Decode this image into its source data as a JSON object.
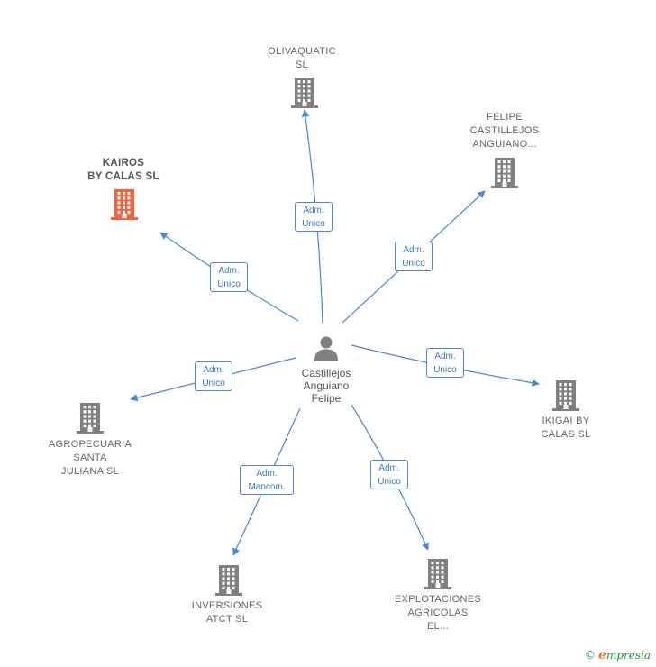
{
  "center": {
    "lines": [
      "Castillejos",
      "Anguiano",
      "Felipe"
    ]
  },
  "nodes": [
    {
      "id": "olivaquatic",
      "lines": [
        "OLIVAQUATIC",
        "SL"
      ],
      "highlight": false
    },
    {
      "id": "felipe",
      "lines": [
        "FELIPE",
        "CASTILLEJOS",
        "ANGUIANO..."
      ],
      "highlight": false
    },
    {
      "id": "kairos",
      "lines": [
        "KAIROS",
        "BY CALAS  SL"
      ],
      "highlight": true
    },
    {
      "id": "ikigai",
      "lines": [
        "IKIGAI BY",
        "CALAS  SL"
      ],
      "highlight": false
    },
    {
      "id": "agropecuaria",
      "lines": [
        "AGROPECUARIA",
        "SANTA",
        "JULIANA SL"
      ],
      "highlight": false
    },
    {
      "id": "inversiones",
      "lines": [
        "INVERSIONES",
        "ATCT  SL"
      ],
      "highlight": false
    },
    {
      "id": "explotaciones",
      "lines": [
        "EXPLOTACIONES",
        "AGRICOLAS",
        "EL..."
      ],
      "highlight": false
    }
  ],
  "edges": [
    {
      "to": "olivaquatic",
      "lines": [
        "Adm.",
        "Unico"
      ]
    },
    {
      "to": "felipe",
      "lines": [
        "Adm.",
        "Unico"
      ]
    },
    {
      "to": "kairos",
      "lines": [
        "Adm.",
        "Unico"
      ]
    },
    {
      "to": "ikigai",
      "lines": [
        "Adm.",
        "Unico"
      ]
    },
    {
      "to": "agropecuaria",
      "lines": [
        "Adm.",
        "Unico"
      ]
    },
    {
      "to": "inversiones",
      "lines": [
        "Adm.",
        "Mancom."
      ]
    },
    {
      "to": "explotaciones",
      "lines": [
        "Adm.",
        "Unico"
      ]
    }
  ],
  "colors": {
    "edge": "#4a86d4",
    "building": "#808080",
    "highlight": "#f0623a",
    "person": "#808080"
  },
  "footer": {
    "copyright": "©",
    "brand_initial": "e",
    "brand_rest": "mpresia"
  }
}
